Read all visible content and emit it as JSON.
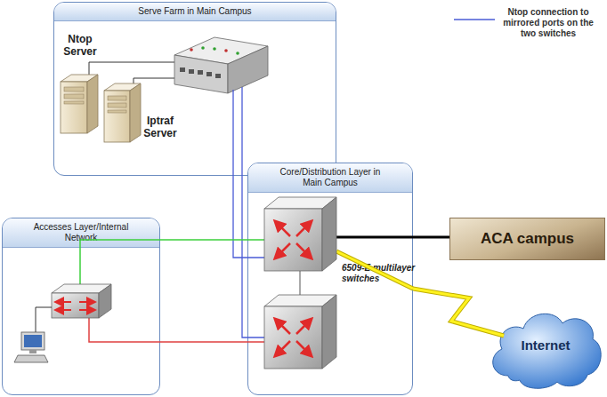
{
  "diagram": {
    "nodes": [
      {
        "text": [
          "Serve Farm in Main Campus"
        ]
      },
      {
        "text": [
          "Ntop Server"
        ],
        "in": 0
      },
      {
        "text": [
          "Iptraf Server"
        ],
        "in": 0
      },
      {
        "text": [
          "Core/Distribution Layer in Main Campus"
        ]
      },
      {
        "text": [
          "Accesses Layer/Internal Network"
        ]
      },
      {
        "text": [
          "ACA campus"
        ]
      },
      {
        "text": [
          "Internet"
        ]
      }
    ],
    "edges": [
      {
        "from": 3,
        "to": 5,
        "arrow": "none"
      },
      {
        "from": 3,
        "to": 6,
        "arrow": "none"
      }
    ],
    "labels": [
      "6509-E multilayer switches"
    ],
    "legend": [
      {
        "text": "Ntop connection to mirrored ports on the two switches"
      }
    ]
  }
}
